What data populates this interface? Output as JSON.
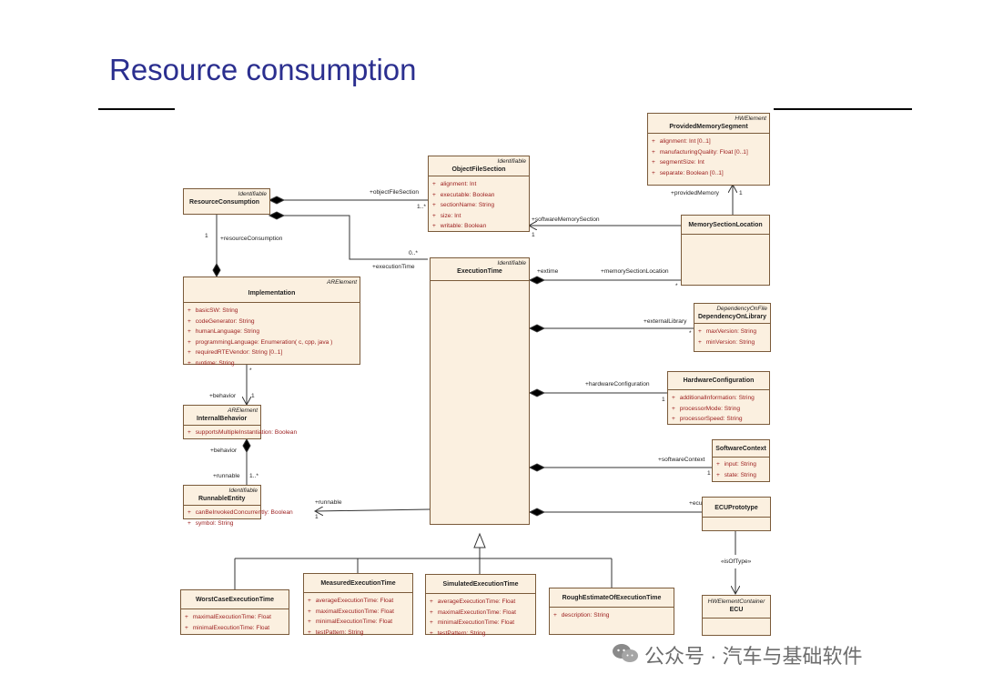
{
  "slide_title": "Resource consumption",
  "classes": {
    "resource_consumption": {
      "stereotype": "Identifiable",
      "name": "ResourceConsumption",
      "attrs": []
    },
    "object_file_section": {
      "stereotype": "Identifiable",
      "name": "ObjectFileSection",
      "attrs": [
        "alignment: Int",
        "executable: Boolean",
        "sectionName: String",
        "size: Int",
        "writable: Boolean"
      ]
    },
    "provided_memory_segment": {
      "stereotype": "HWElement",
      "name": "ProvidedMemorySegment",
      "attrs": [
        "alignment: Int [0..1]",
        "manufacturingQuality: Float [0..1]",
        "segmentSize: Int",
        "separate: Boolean [0..1]"
      ]
    },
    "memory_section_location": {
      "stereotype": "",
      "name": "MemorySectionLocation",
      "attrs": []
    },
    "implementation": {
      "stereotype": "ARElement",
      "name": "Implementation",
      "attrs": [
        "basicSW: String",
        "codeGenerator: String",
        "humanLanguage: String",
        "programmingLanguage: Enumeration( c, cpp, java )",
        "requiredRTEVendor: String [0..1]",
        "runtime: String"
      ]
    },
    "execution_time": {
      "stereotype": "Identifiable",
      "name": "ExecutionTime",
      "attrs": []
    },
    "dependency_on_library": {
      "stereotype": "DependencyOnFile",
      "name": "DependencyOnLibrary",
      "attrs": [
        "maxVersion: String",
        "minVersion: String"
      ]
    },
    "internal_behavior": {
      "stereotype": "ARElement",
      "name": "InternalBehavior",
      "attrs": [
        "supportsMultipleInstantiation: Boolean"
      ]
    },
    "hardware_configuration": {
      "stereotype": "",
      "name": "HardwareConfiguration",
      "attrs": [
        "additionalInformation: String",
        "processorMode: String",
        "processorSpeed: String"
      ]
    },
    "software_context": {
      "stereotype": "",
      "name": "SoftwareContext",
      "attrs": [
        "input: String",
        "state: String"
      ]
    },
    "runnable_entity": {
      "stereotype": "Identifiable",
      "name": "RunnableEntity",
      "attrs": [
        "canBeInvokedConcurrently: Boolean",
        "symbol: String"
      ]
    },
    "ecu_prototype": {
      "stereotype": "",
      "name": "ECUPrototype",
      "attrs": []
    },
    "worst_case": {
      "stereotype": "",
      "name": "WorstCaseExecutionTime",
      "attrs": [
        "maximalExecutionTime: Float",
        "minimalExecutionTime: Float"
      ]
    },
    "measured": {
      "stereotype": "",
      "name": "MeasuredExecutionTime",
      "attrs": [
        "averageExecutionTime: Float",
        "maximalExecutionTime: Float",
        "minimalExecutionTime: Float",
        "testPattern: String"
      ]
    },
    "simulated": {
      "stereotype": "",
      "name": "SimulatedExecutionTime",
      "attrs": [
        "averageExecutionTime: Float",
        "maximalExecutionTime: Float",
        "minimalExecutionTime: Float",
        "testPattern: String"
      ]
    },
    "rough_estimate": {
      "stereotype": "",
      "name": "RoughEstimateOfExecutionTime",
      "attrs": [
        "description: String"
      ]
    },
    "ecu": {
      "stereotype": "HWElementContainer",
      "name": "ECU",
      "attrs": []
    }
  },
  "labels": {
    "object_file_section_role": "+objectFileSection",
    "mult_1_star": "1..*",
    "provided_memory": "+providedMemory",
    "mult_1": "1",
    "software_memory_section": "+softwareMemorySection",
    "resource_consumption_role": "+resourceConsumption",
    "mult_0_star": "0..*",
    "execution_time_role": "+executionTime",
    "extime": "+extime",
    "memory_section_location_role": "+memorySectionLocation",
    "star": "*",
    "external_library": "+externalLibrary",
    "behavior": "+behavior",
    "hardware_configuration_role": "+hardwareConfiguration",
    "software_context_role": "+softwareContext",
    "runnable_role": "+runnable",
    "ecu_role": "+ecu",
    "is_of_type": "«isOfType»"
  },
  "watermark": "公众号 · 汽车与基础软件",
  "colors": {
    "title": "#2b2f8f",
    "box_fill": "#fbf0e0",
    "box_border": "#7a5a3a",
    "attr_text": "#9b1c1c"
  }
}
